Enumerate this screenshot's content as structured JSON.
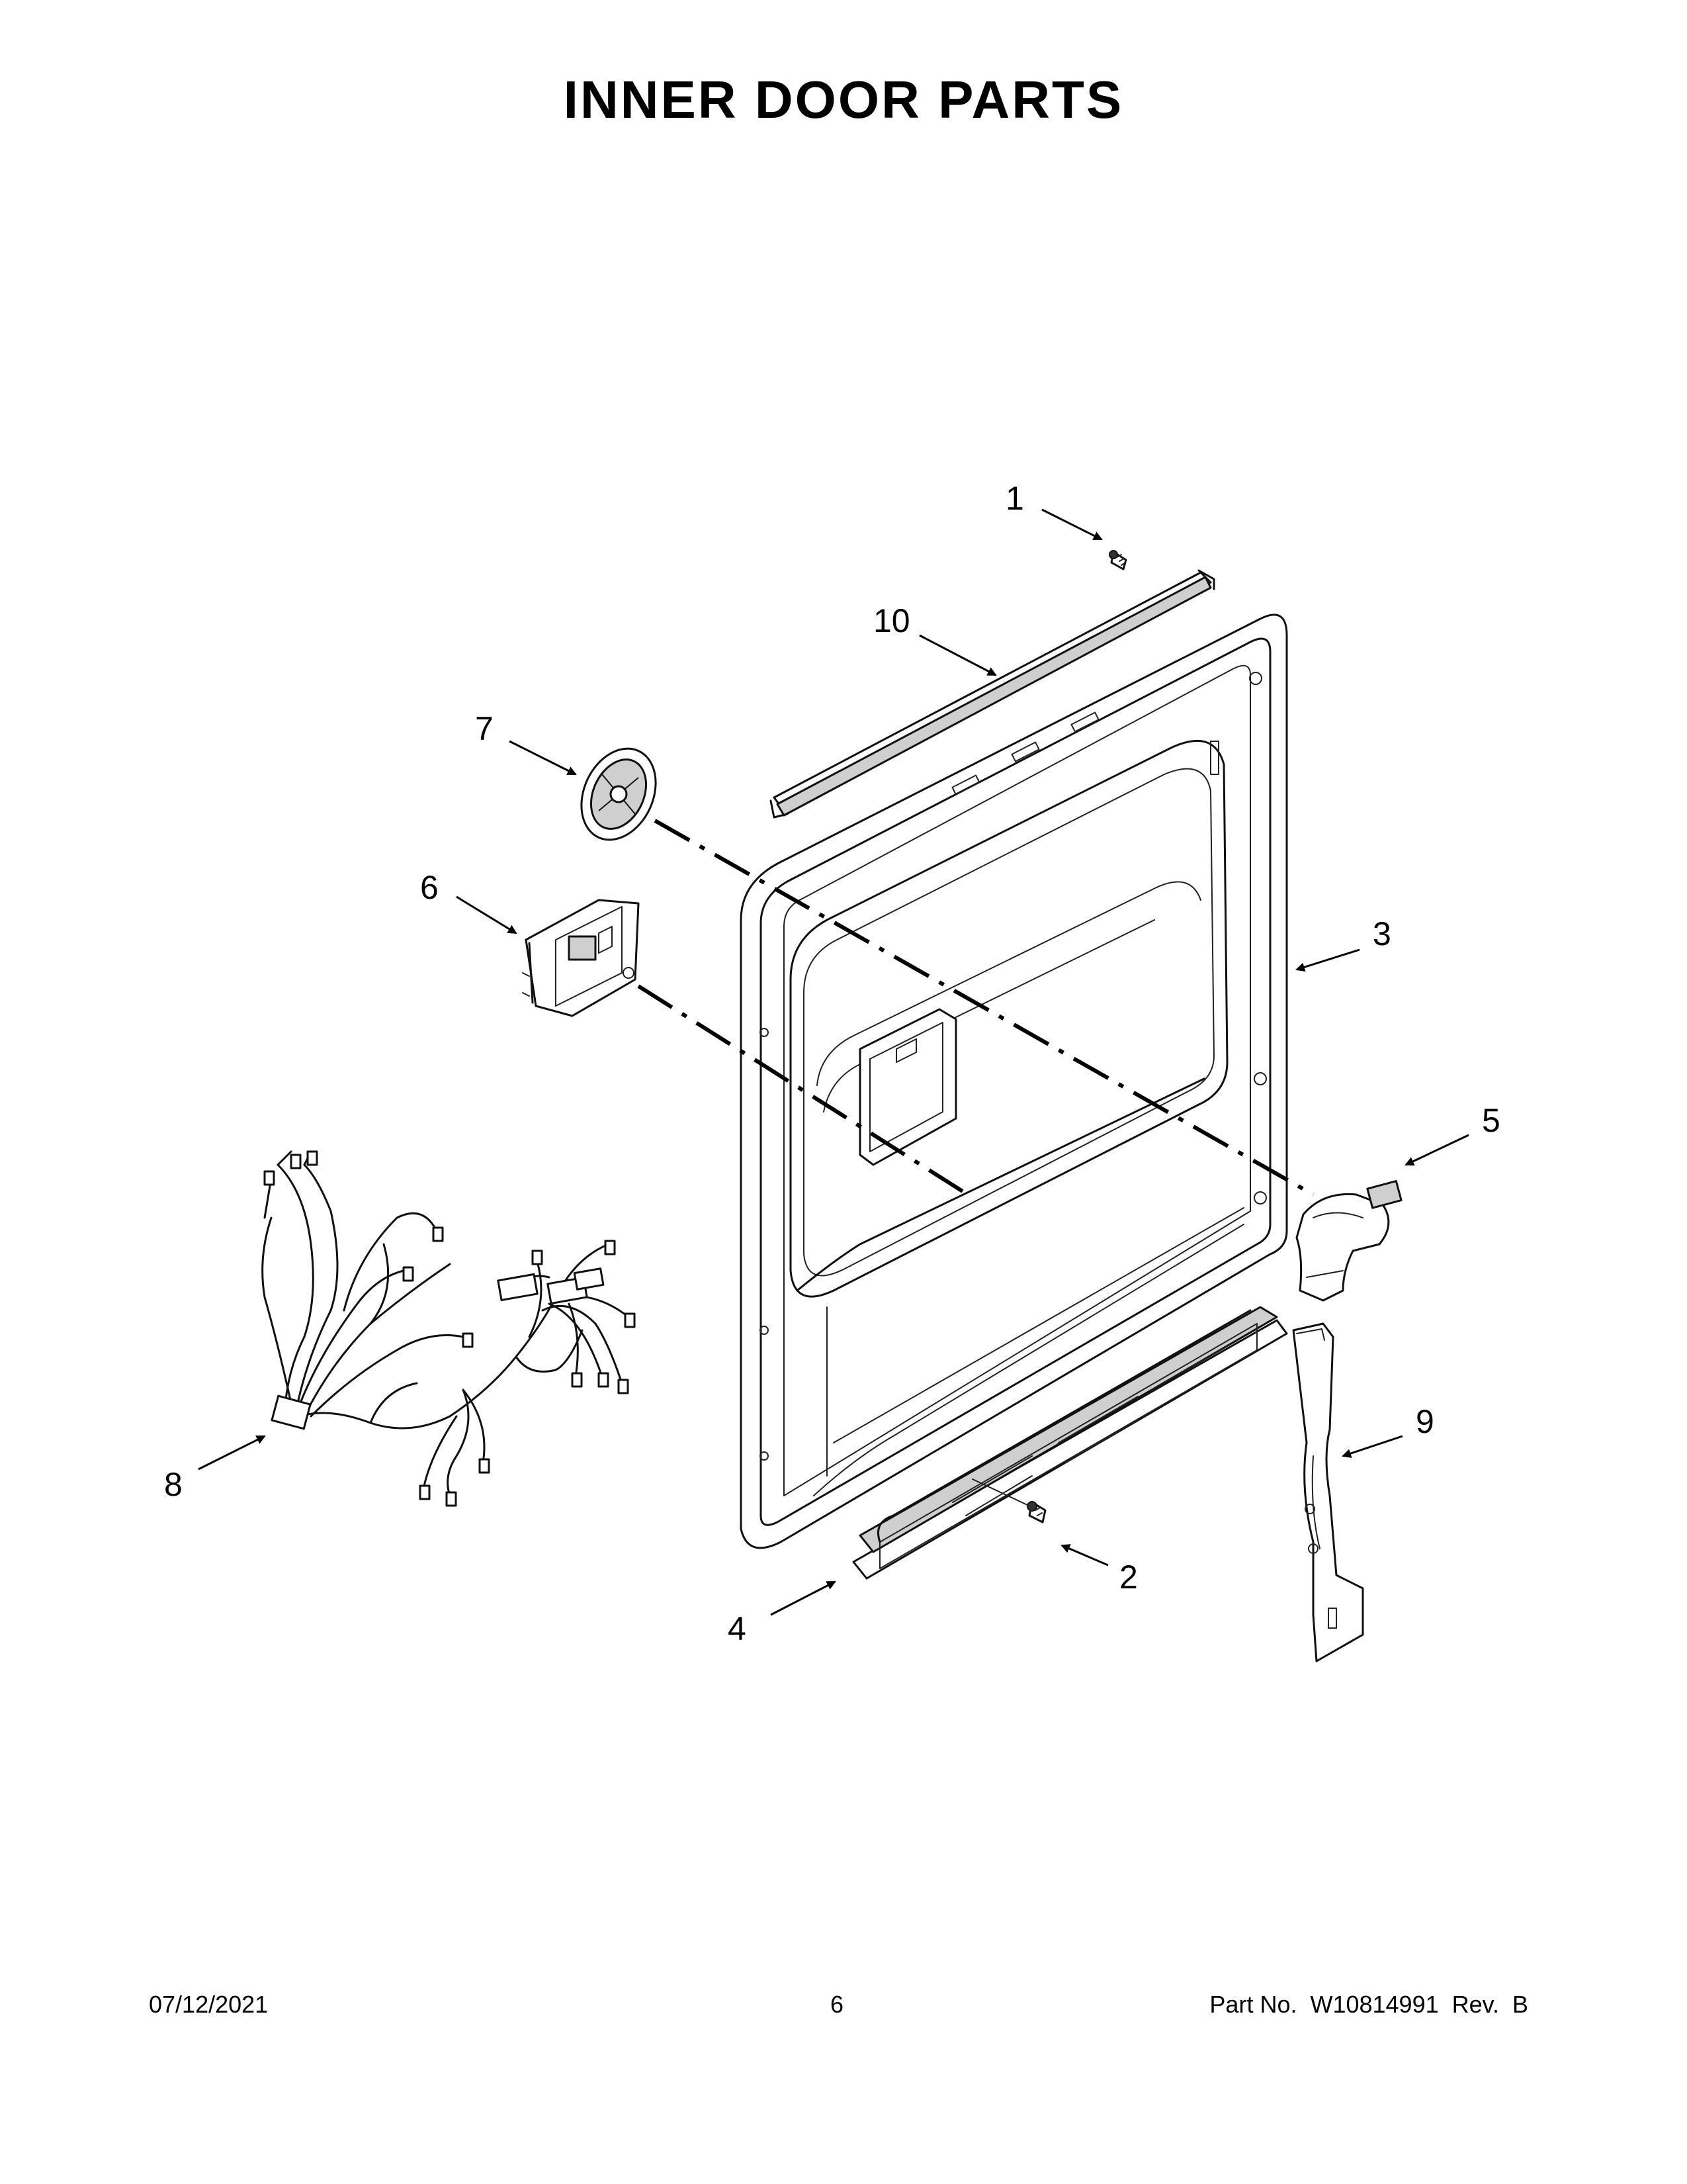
{
  "title": "INNER DOOR PARTS",
  "callouts": [
    {
      "num": "1",
      "part": "screw"
    },
    {
      "num": "2",
      "part": "screw"
    },
    {
      "num": "3",
      "part": "inner door"
    },
    {
      "num": "4",
      "part": "lower door trim"
    },
    {
      "num": "5",
      "part": "vent"
    },
    {
      "num": "6",
      "part": "dispenser"
    },
    {
      "num": "7",
      "part": "rinse aid cap"
    },
    {
      "num": "8",
      "part": "wire harness"
    },
    {
      "num": "9",
      "part": "vent duct"
    },
    {
      "num": "10",
      "part": "door gasket"
    }
  ],
  "footer": {
    "date": "07/12/2021",
    "page": "6",
    "part_number": "Part No.  W10814991  Rev.  B"
  }
}
